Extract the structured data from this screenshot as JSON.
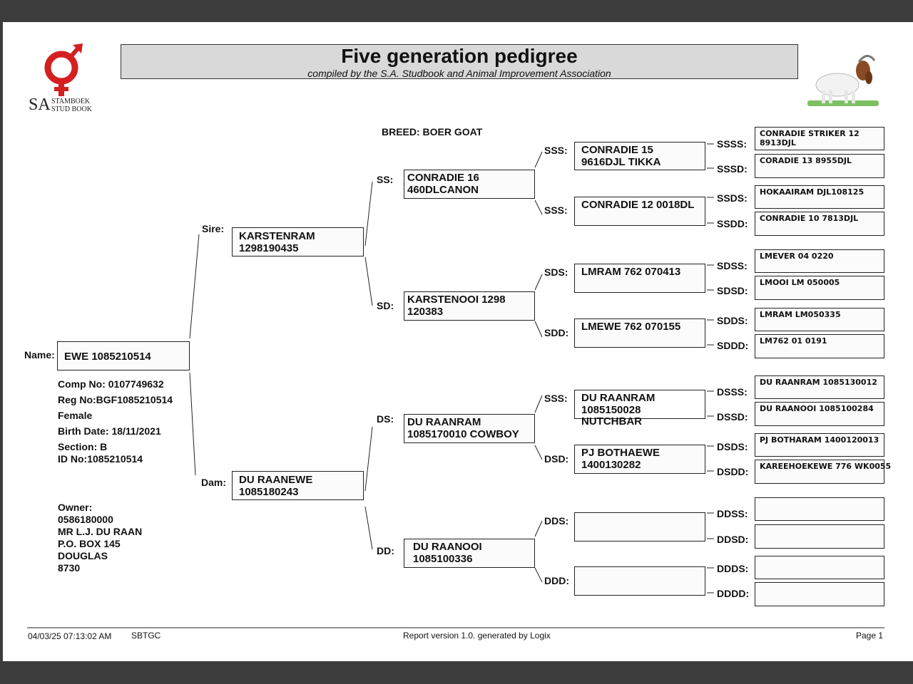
{
  "header": {
    "title": "Five generation pedigree",
    "subtitle": "compiled by the S.A. Studbook and Animal Improvement Association",
    "logo_sa": "SA",
    "logo_line1": "STAMBOEK",
    "logo_line2": "STUD BOOK"
  },
  "breed": "BREED: BOER GOAT",
  "animal": {
    "name_label": "Name:",
    "name": "EWE 1085210514",
    "comp_no": "Comp No: 0107749632",
    "reg_no": "Reg No:BGF1085210514",
    "sex": "Female",
    "birth_date": "Birth Date: 18/11/2021",
    "section": "Section: B",
    "id_no": "ID No:1085210514"
  },
  "owner": {
    "label": "Owner:",
    "number": "0586180000",
    "name": "MR L.J. DU RAAN",
    "box": "P.O. BOX 145",
    "town": "DOUGLAS",
    "code": "8730"
  },
  "labels": {
    "sire": "Sire:",
    "dam": "Dam:",
    "ss": "SS:",
    "sd": "SD:",
    "ds": "DS:",
    "dd": "DD:",
    "sss1": "SSS:",
    "sss2": "SSS:",
    "sds": "SDS:",
    "sdd": "SDD:",
    "dss": "SSS:",
    "dsd": "DSD:",
    "dds": "DDS:",
    "ddd": "DDD:",
    "ssss": "SSSS:",
    "sssd": "SSSD:",
    "ssds": "SSDS:",
    "ssdd": "SSDD:",
    "sdss": "SDSS:",
    "sdsd": "SDSD:",
    "sdds": "SDDS:",
    "sddd": "SDDD:",
    "dsss": "DSSS:",
    "dssd": "DSSD:",
    "dsds": "DSDS:",
    "dsdd": "DSDD:",
    "ddss": "DDSS:",
    "ddsd": "DDSD:",
    "ddds": "DDDS:",
    "dddd": "DDDD:"
  },
  "gen2": {
    "sire": {
      "l1": "KARSTENRAM",
      "l2": "1298190435"
    },
    "dam": {
      "l1": "DU RAANEWE",
      "l2": "1085180243"
    }
  },
  "gen3": {
    "ss": {
      "l1": "CONRADIE 16",
      "l2": "460DLCANON"
    },
    "sd": {
      "l1": "KARSTENOOI 1298",
      "l2": "120383"
    },
    "ds": {
      "l1": "DU RAANRAM",
      "l2": "1085170010 COWBOY"
    },
    "dd": {
      "l1": "DU RAANOOI",
      "l2": "1085100336"
    }
  },
  "gen4": {
    "sss": {
      "l1": "CONRADIE 15",
      "l2": "9616DJL TIKKA"
    },
    "ssd": {
      "l1": "CONRADIE 12 0018DL",
      "l2": ""
    },
    "sds": {
      "l1": "LMRAM 762 070413",
      "l2": ""
    },
    "sdd": {
      "l1": "LMEWE 762 070155",
      "l2": ""
    },
    "dss": {
      "l1": "DU RAANRAM",
      "l2": "1085150028",
      "l3": "NUTCHBAR"
    },
    "dsd": {
      "l1": "PJ BOTHAEWE",
      "l2": "1400130282"
    },
    "dds": {
      "l1": "",
      "l2": ""
    },
    "ddd": {
      "l1": "",
      "l2": ""
    }
  },
  "gen5": {
    "ssss": {
      "l1": "CONRADIE STRIKER 12",
      "l2": "8913DJL"
    },
    "sssd": {
      "l1": "CORADIE 13 8955DJL",
      "l2": ""
    },
    "ssds": {
      "l1": "HOKAAIRAM DJL108125",
      "l2": ""
    },
    "ssdd": {
      "l1": "CONRADIE 10 7813DJL",
      "l2": ""
    },
    "sdss": {
      "l1": "LMEVER 04 0220",
      "l2": ""
    },
    "sdsd": {
      "l1": "LMOOI LM 050005",
      "l2": ""
    },
    "sdds": {
      "l1": "LMRAM LM050335",
      "l2": ""
    },
    "sddd": {
      "l1": "LM762 01 0191",
      "l2": ""
    },
    "dsss": {
      "l1": "DU RAANRAM 1085130012",
      "l2": ""
    },
    "dssd": {
      "l1": "DU RAANOOI 1085100284",
      "l2": ""
    },
    "dsds": {
      "l1": "PJ BOTHARAM 1400120013",
      "l2": ""
    },
    "dsdd": {
      "l1": "KAREEHOEKEWE 776 WK0055",
      "l2": ""
    },
    "ddss": {
      "l1": "",
      "l2": ""
    },
    "ddsd": {
      "l1": "",
      "l2": ""
    },
    "ddds": {
      "l1": "",
      "l2": ""
    },
    "dddd": {
      "l1": "",
      "l2": ""
    }
  },
  "footer": {
    "datetime": "04/03/25 07:13:02 AM",
    "code": "SBTGC",
    "report": "Report version 1.0. generated by Logix",
    "page": "Page 1"
  },
  "colors": {
    "logo_red": "#d42020",
    "title_bg": "#d9d9d9",
    "viewer_bg": "#3c3c3c"
  }
}
